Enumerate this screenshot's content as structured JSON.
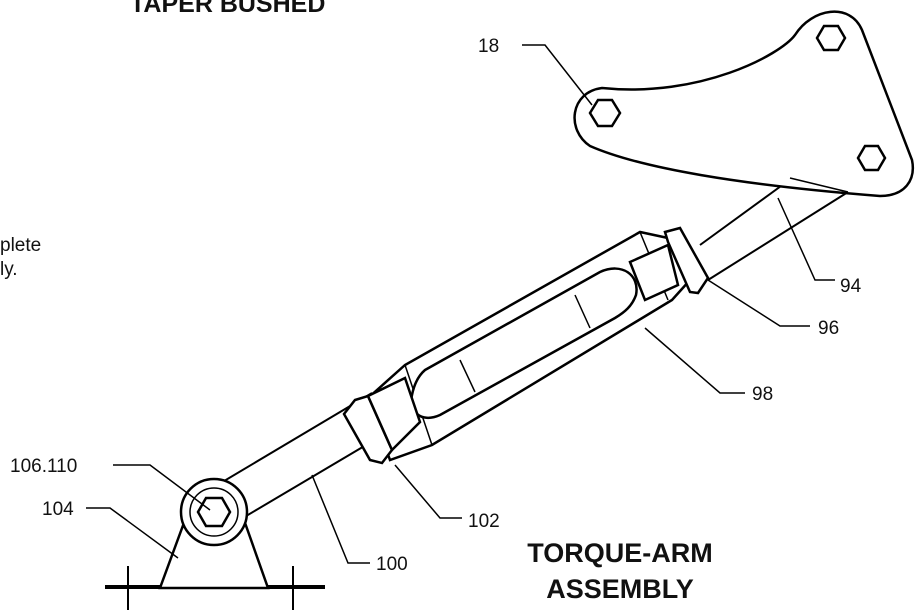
{
  "header_text": "TAPER BUSHED",
  "side_text": [
    "plete",
    "ly."
  ],
  "title": [
    "TORQUE-ARM",
    "ASSEMBLY"
  ],
  "part_labels": {
    "p18": "18",
    "p94": "94",
    "p96": "96",
    "p98": "98",
    "p100": "100",
    "p102": "102",
    "p104": "104",
    "p106": "106.110"
  },
  "icons": [
    "hex-nut-icon",
    "anchor-bracket-icon",
    "turnbuckle-icon",
    "torque-arm-plate-icon"
  ]
}
